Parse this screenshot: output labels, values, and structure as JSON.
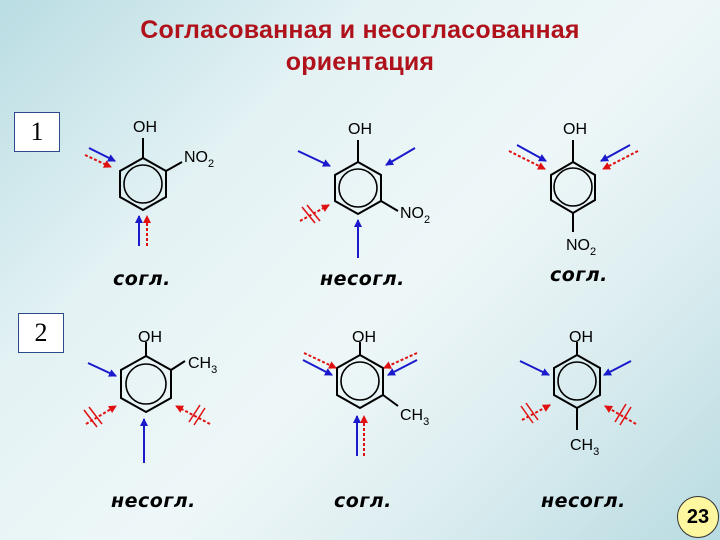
{
  "slide": {
    "title_line1": "Согласованная и несогласованная",
    "title_line2": "ориентация",
    "page_number": "23",
    "colors": {
      "title": "#b0121b",
      "arrow_blue": "#1a1acc",
      "arrow_red": "#e01010",
      "badge_fill": "#fdf7a0"
    }
  },
  "rows": [
    {
      "number": "1",
      "molecules": [
        {
          "top": "OH",
          "substituent": "NO2",
          "position": "ortho",
          "label": "согл."
        },
        {
          "top": "OH",
          "substituent": "NO2",
          "position": "meta",
          "label": "несогл."
        },
        {
          "top": "OH",
          "substituent": "NO2",
          "position": "para",
          "label": "согл."
        }
      ]
    },
    {
      "number": "2",
      "molecules": [
        {
          "top": "OH",
          "substituent": "CH3",
          "position": "ortho",
          "label": "несогл."
        },
        {
          "top": "OH",
          "substituent": "CH3",
          "position": "meta",
          "label": "согл."
        },
        {
          "top": "OH",
          "substituent": "CH3",
          "position": "para",
          "label": "несогл."
        }
      ]
    }
  ],
  "labels": {
    "oh": "OH",
    "no2_main": "NO",
    "ch3_main": "CH",
    "sub2": "2",
    "sub3": "3"
  }
}
